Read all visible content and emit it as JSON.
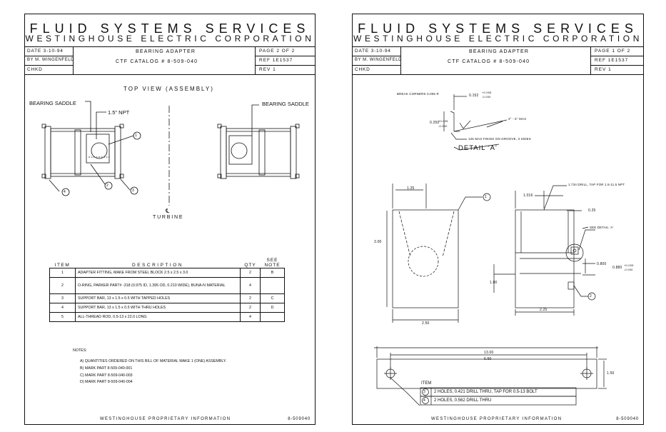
{
  "header": {
    "company": "FLUID SYSTEMS SERVICES",
    "division": "WESTINGHOUSE ELECTRIC CORPORATION"
  },
  "left_sheet": {
    "date": "DATE 3-10-94",
    "by": "BY M. WINGENFELD",
    "chkd": "CHKD",
    "title": "BEARING ADAPTER",
    "catalog": "CTF CATALOG # 8-509-040",
    "page": "PAGE 2 OF 2",
    "ref": "REF 1E1537",
    "rev": "REV 1",
    "view_title": "TOP VIEW (ASSEMBLY)",
    "label_saddle_left": "BEARING SADDLE",
    "label_saddle_right": "BEARING SADDLE",
    "label_npt": "1.5\" NPT",
    "label_cl": "℄",
    "label_turbine": "TURBINE",
    "balloon_1": "1",
    "balloon_2": "2",
    "balloon_3": "3",
    "balloon_4": "4",
    "table_headers": {
      "item": "ITEM",
      "description": "DESCRIPTION",
      "qty": "QTY",
      "see": "SEE",
      "note": "NOTE"
    },
    "parts": [
      {
        "item": "1",
        "description": "ADAPTER FITTING, MAKE FROM STEEL BLOCK 2.5 x 2.5 x 3.0",
        "qty": "2",
        "note": "B"
      },
      {
        "item": "2",
        "description": "O-RING, PARKER PART# -318 (0.975 ID, 1.395 OD, 0.210 WIDE), BUNA-N MATERIAL",
        "qty": "4",
        "note": ""
      },
      {
        "item": "3",
        "description": "SUPPORT BAR, 13 x 1.5 x 0.5 WITH TAPPED HOLES",
        "qty": "2",
        "note": "C"
      },
      {
        "item": "4",
        "description": "SUPPORT BAR, 13 x 1.5 x 0.5 WITH THRU HOLES",
        "qty": "2",
        "note": "D"
      },
      {
        "item": "5",
        "description": "ALL-THREAD ROD, 0.5-13 x 22.0 LONG",
        "qty": "4",
        "note": ""
      }
    ],
    "notes_title": "NOTES:",
    "notes": [
      "A) QUANTITIES ORDERED ON THIS BILL OF MATERIAL MAKE 1 (ONE) ASSEMBLY.",
      "B) MARK PART 8-509-040-001",
      "C) MARK PART 8-509-040-003",
      "D) MARK PART 8-509-040-004"
    ],
    "footer": "WESTINGHOUSE PROPRIETARY INFORMATION",
    "drawing_no": "8-509040"
  },
  "right_sheet": {
    "date": "DATE 3-10-94",
    "by": "BY M. WINGENFELD",
    "chkd": "CHKD",
    "title": "BEARING ADAPTER",
    "catalog": "CTF CATALOG # 8-509-040",
    "page": "PAGE 1 OF 2",
    "ref": "REF 1E1537",
    "rev": "REV 1",
    "detail_break": "BREAK CORNERS 0.005 R",
    "detail_dim1": "0.152",
    "detail_tol1a": "+0.005",
    "detail_tol1b": "-0.000",
    "detail_angle": "3° - 5° MAX",
    "detail_dim2": "0.250",
    "detail_tol2a": "+0.005",
    "detail_tol2b": "-0.000",
    "detail_finish": "125 MAX FINISH ON GROOVE, 3 SIDES",
    "detail_title": "DETAIL 'A'",
    "dim_125": "1.25",
    "dim_300": "3.00",
    "dim_250": "2.50",
    "dim_1016": "1.016",
    "drill_note": "1.734 DRILL, TAP FOR 1.5-11.5 NPT",
    "dim_025": "0.25",
    "see_detail": "SEE DETAIL 'A'",
    "dim_0800": "0.800",
    "dim_0880": "0.880",
    "tol_0880a": "+0.005",
    "tol_0880b": "-0.000",
    "dim_100": "1.00",
    "dim_225": "2.25",
    "dim_1300": "13.00",
    "dim_650": "6.50",
    "dim_150": "1.50",
    "balloon_1": "1",
    "balloon_2": "2",
    "balloon_3": "3",
    "balloon_4": "4",
    "items_title": "ITEM",
    "item_3": "2 HOLES, 0.421 DRILL THRU, TAP FOR 0.5-13 BOLT",
    "item_4": "2 HOLES, 0.562 DRILL THRU",
    "footer": "WESTINGHOUSE PROPRIETARY INFORMATION",
    "drawing_no": "8-509040"
  }
}
